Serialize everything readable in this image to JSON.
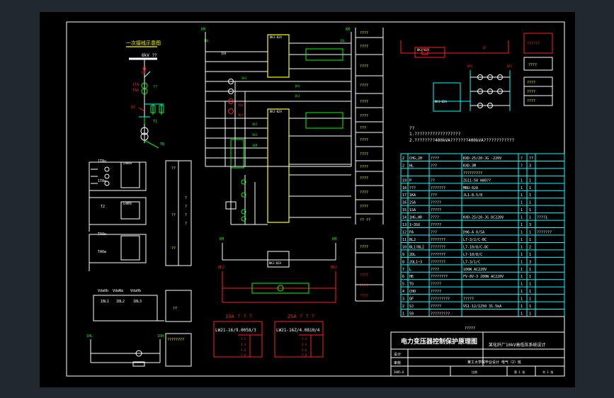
{
  "colors": {
    "background": "#212830",
    "sheet": "#000000",
    "wire": "#ffffff",
    "cyan": "#00ffff",
    "green": "#00ff00",
    "red": "#ff2020",
    "yellow": "#ffff00"
  },
  "one_line": {
    "title": "一次接线示意图",
    "bus_label": "6kV ??",
    "qf": "QF",
    "ta": "1TA",
    "tao": "TAO",
    "qs": "QS",
    "t1": "T1",
    "tn": "TN",
    "n2": "??"
  },
  "ct_circuits": {
    "tag1": "1TAu",
    "tag2": "1TAw",
    "tag3": "T2",
    "tag4": "TAOu",
    "tag5": "TAOw",
    "dev": "LHKRA",
    "dev2": "LHKRA",
    "group_label": "??",
    "stack": [
      "?",
      "?",
      "?",
      "?"
    ]
  },
  "voltage_circuit": {
    "labels": [
      "VdaUb",
      "VdaNa",
      "VdaOb"
    ],
    "sub": [
      "1BL1",
      "1BL2",
      "1BL3"
    ],
    "box": "??"
  },
  "signal_circuit": {
    "left": "1HL",
    "right": "1DH",
    "note": "????????"
  },
  "control": {
    "top_left_bus": "KM",
    "top_right_bus": "KM",
    "fuse_left": "1BL",
    "fuse_right": "1BL",
    "relay1": "BKJ-02A",
    "relay2": "BKJ-02A",
    "relay3": "BKJ-02A",
    "switch_label": "1SA",
    "contacts": [
      "1KJ",
      "1KJ",
      "2KJ",
      "1SA",
      "3KJ",
      "4KJ",
      "5KJ",
      "1KM"
    ],
    "right_notes": [
      "????",
      "????",
      "????",
      "????",
      "????",
      "????",
      "???",
      "????",
      "????",
      "????",
      "????",
      "????",
      "????",
      "?? ??"
    ],
    "lower_left_bus": "KM",
    "lower_right_bus": "KM",
    "lower_relay": "BKJ-02A",
    "red_left": "BKJ",
    "red_right": "BKJ",
    "red_notes": [
      "????",
      "????",
      "????"
    ]
  },
  "switch_tables": [
    {
      "title": "1SA ? ? ?",
      "model": "LW21-16/9.0058/3",
      "rows": [
        "1-2",
        "3-4",
        "5-6",
        "7-8"
      ]
    },
    {
      "title": "2SA ? ? ?",
      "model": "LW21-16Z/4.0810/4",
      "rows": [
        "1-2",
        "3-4",
        "5-6",
        "7-8"
      ]
    }
  ],
  "top_right": {
    "relay": "BKJ-02A",
    "relay2": "BKJ-02A",
    "boxes": [
      "??????",
      "????",
      "????",
      "????",
      "????",
      "????"
    ],
    "labels": [
      "WPS",
      "WP2",
      "DL",
      "QF"
    ]
  },
  "notes": {
    "heading": "??",
    "line1": "1.??????????????????",
    "line2": "2.????????400kVA???????400kVA????????????"
  },
  "materials": {
    "rows": [
      {
        "no": "2",
        "code": "CHG,2H",
        "name": "????",
        "spec": "KXD-25/20-JG -220V",
        "qty": "?",
        "unit": "??",
        "note": ""
      },
      {
        "no": "2",
        "code": "HL",
        "name": "???",
        "spec": "KXD-3M",
        "qty": "?",
        "unit": "3",
        "note": ""
      },
      {
        "no": "",
        "code": "",
        "name": "",
        "spec": "?????????",
        "qty": "",
        "unit": "",
        "note": ""
      },
      {
        "no": "19",
        "code": "P",
        "name": "??",
        "spec": "ZG11-50 H80??",
        "qty": "1",
        "unit": "1",
        "note": ""
      },
      {
        "no": "18",
        "code": "???",
        "name": "???????",
        "spec": "MBU-02A",
        "qty": "1",
        "unit": "1",
        "note": ""
      },
      {
        "no": "17",
        "code": "1KA",
        "name": "???",
        "spec": "JL1-8.5/8",
        "qty": "1",
        "unit": "1",
        "note": ""
      },
      {
        "no": "16",
        "code": "2SA",
        "name": "?????",
        "spec": "",
        "qty": "1",
        "unit": "1",
        "note": ""
      },
      {
        "no": "15",
        "code": "1SA",
        "name": "?????",
        "spec": "",
        "qty": "1",
        "unit": "1",
        "note": ""
      },
      {
        "no": "14",
        "code": "1HG,HR",
        "name": "????",
        "spec": "KXD-25/20-JG  DC220V",
        "qty": "1",
        "unit": "1",
        "note": "????1"
      },
      {
        "no": "13",
        "code": "1~3SX",
        "name": "?????",
        "spec": "",
        "qty": "1",
        "unit": "3",
        "note": ""
      },
      {
        "no": "12",
        "code": "PA",
        "name": "???",
        "spec": "D96-A  0/5A",
        "qty": "1",
        "unit": "1",
        "note": "???????"
      },
      {
        "no": "11",
        "code": "BL2",
        "name": "???????",
        "spec": "L7-3/2/C-BC",
        "qty": "1",
        "unit": "1",
        "note": ""
      },
      {
        "no": "10",
        "code": "BL1?BL2",
        "name": "???????",
        "spec": "L7-10/8/C-BC",
        "qty": "1",
        "unit": "2",
        "note": ""
      },
      {
        "no": "9",
        "code": "2DL",
        "name": "???????",
        "spec": "L7-10/8/C",
        "qty": "1",
        "unit": "1",
        "note": ""
      },
      {
        "no": "8",
        "code": "2QL1~3",
        "name": "???????",
        "spec": "L7-3/1/C",
        "qty": "1",
        "unit": "3",
        "note": ""
      },
      {
        "no": "7",
        "code": "L",
        "name": "????",
        "spec": "100W AC220V",
        "qty": "1",
        "unit": "1",
        "note": ""
      },
      {
        "no": "6",
        "code": "HE",
        "name": "????????",
        "spec": "FV-8V-3  200W AC220V",
        "qty": "1",
        "unit": "1",
        "note": ""
      },
      {
        "no": "5",
        "code": "TO",
        "name": "?????",
        "spec": "",
        "qty": "1",
        "unit": "1",
        "note": ""
      },
      {
        "no": "4",
        "code": "CHO",
        "name": "?????",
        "spec": "",
        "qty": "1",
        "unit": "1",
        "note": ""
      },
      {
        "no": "3",
        "code": "QF",
        "name": "?????????",
        "spec": "?????",
        "qty": "1",
        "unit": "1",
        "note": ""
      },
      {
        "no": "2",
        "code": "SJ",
        "name": "?????",
        "spec": "VS1-12/1250  31.5kA",
        "qty": "1",
        "unit": "1",
        "note": ""
      },
      {
        "no": "1",
        "code": "S9",
        "name": "?????????",
        "spec": "",
        "qty": "1",
        "unit": "1",
        "note": ""
      }
    ],
    "footer": "?????"
  },
  "title_block": {
    "title": "电力变压器控制保护原理图",
    "project": "某化纤厂10kV高低压系统设计",
    "designer_label": "设计",
    "checker_label": "审核",
    "school": "某工大学院毕业设计  电气（2）班",
    "scale_label": "比例",
    "sheet_label": "第 1 张",
    "total_label": "共 1 张",
    "date_label": "2005.6"
  }
}
